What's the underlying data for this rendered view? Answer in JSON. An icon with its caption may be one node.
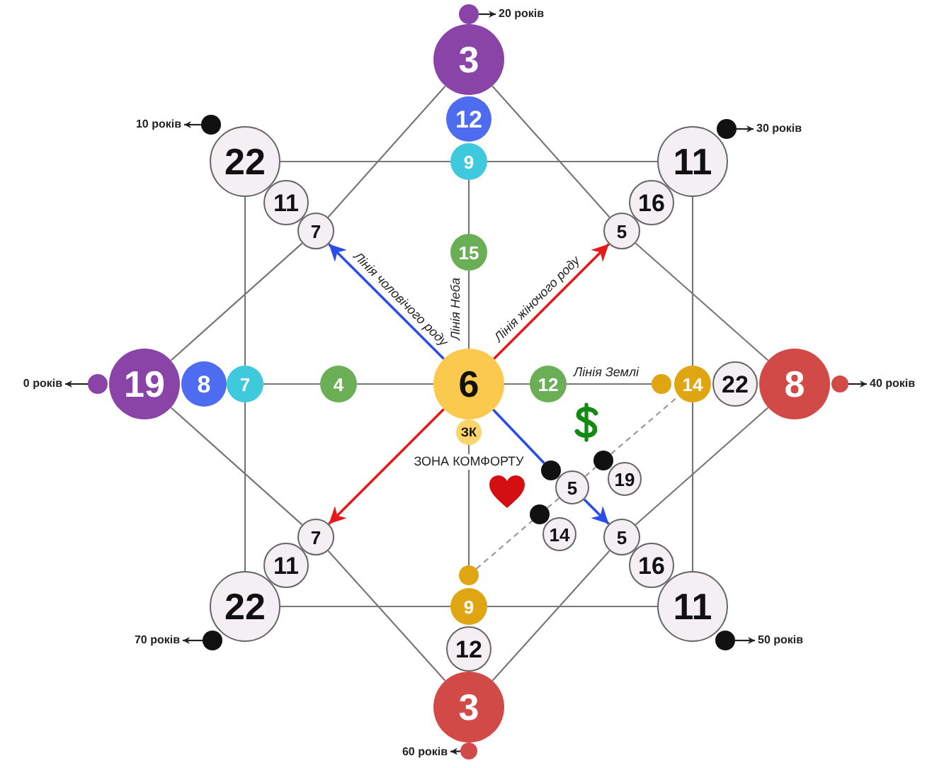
{
  "diagram": {
    "nodes": [
      {
        "text": [],
        "shape": "circle"
      },
      {
        "text": [
          "20 років"
        ]
      },
      {
        "text": [
          "3"
        ]
      },
      {
        "text": [
          "10 років"
        ]
      },
      {
        "text": [],
        "shape": "circle"
      },
      {
        "text": [
          "12"
        ]
      },
      {
        "text": [],
        "shape": "circle"
      },
      {
        "text": [
          "30 років"
        ]
      },
      {
        "text": [
          "22"
        ]
      },
      {
        "text": [
          "9"
        ]
      },
      {
        "text": [
          "11"
        ]
      },
      {
        "text": [
          "11"
        ]
      },
      {
        "text": [
          "16"
        ]
      },
      {
        "text": [
          "7"
        ]
      },
      {
        "text": [
          "5"
        ]
      },
      {
        "text": [
          "15"
        ]
      },
      {
        "text": [
          "0 років"
        ]
      },
      {
        "text": [],
        "shape": "circle"
      },
      {
        "text": [
          "19"
        ]
      },
      {
        "text": [
          "8"
        ]
      },
      {
        "text": [
          "7"
        ]
      },
      {
        "text": [
          "4"
        ]
      },
      {
        "text": [
          "6"
        ]
      },
      {
        "text": [
          "12"
        ]
      },
      {
        "text": [],
        "shape": "circle"
      },
      {
        "text": [
          "14"
        ]
      },
      {
        "text": [
          "22"
        ]
      },
      {
        "text": [
          "8"
        ]
      },
      {
        "text": [],
        "shape": "circle"
      },
      {
        "text": [
          "40 років"
        ]
      },
      {
        "text": [
          "ЗК"
        ]
      },
      {
        "text": [],
        "shape": "circle"
      },
      {
        "text": [],
        "shape": "circle"
      },
      {
        "text": [
          "19"
        ]
      },
      {
        "text": [
          "5"
        ]
      },
      {
        "text": [],
        "shape": "circle"
      },
      {
        "text": [
          "14"
        ]
      },
      {
        "text": [
          "7"
        ]
      },
      {
        "text": [
          "5"
        ]
      },
      {
        "text": [
          "11"
        ]
      },
      {
        "text": [],
        "shape": "circle"
      },
      {
        "text": [
          "16"
        ]
      },
      {
        "text": [
          "22"
        ]
      },
      {
        "text": [
          "9"
        ]
      },
      {
        "text": [
          "11"
        ]
      },
      {
        "text": [
          "70 років"
        ]
      },
      {
        "text": [],
        "shape": "circle"
      },
      {
        "text": [
          "12"
        ]
      },
      {
        "text": [],
        "shape": "circle"
      },
      {
        "text": [
          "50 років"
        ]
      },
      {
        "text": [
          "3"
        ]
      },
      {
        "text": [
          "60 років"
        ]
      },
      {
        "text": [],
        "shape": "circle"
      }
    ],
    "edges": [
      {
        "from": 0,
        "to": 1,
        "arrow": "to",
        "color": "#222222"
      },
      {
        "from": 4,
        "to": 3,
        "arrow": "to",
        "color": "#222222"
      },
      {
        "from": 6,
        "to": 7,
        "arrow": "to",
        "color": "#222222"
      },
      {
        "from": 17,
        "to": 16,
        "arrow": "to",
        "color": "#222222"
      },
      {
        "from": 28,
        "to": 29,
        "arrow": "to",
        "color": "#222222"
      },
      {
        "from": 46,
        "to": 45,
        "arrow": "to",
        "color": "#222222"
      },
      {
        "from": 48,
        "to": 49,
        "arrow": "to",
        "color": "#222222"
      },
      {
        "from": 52,
        "to": 51,
        "arrow": "to",
        "color": "#222222"
      },
      {
        "from": 22,
        "to": 13,
        "arrow": "to",
        "color": "#2c4ee8",
        "label": "Лінія чоловічого роду"
      },
      {
        "from": 22,
        "to": 14,
        "arrow": "to",
        "color": "#e51b1b",
        "label": "Лінія жіночого роду"
      },
      {
        "from": 22,
        "to": 37,
        "arrow": "to",
        "color": "#e51b1b"
      },
      {
        "from": 22,
        "to": 32,
        "arrow": "none",
        "color": "#2c4ee8"
      },
      {
        "from": 34,
        "to": 38,
        "arrow": "to",
        "color": "#2c4ee8"
      },
      {
        "from": 9,
        "to": 15,
        "arrow": "none"
      },
      {
        "from": 15,
        "to": 22,
        "arrow": "none",
        "label": "Лінія Неба"
      },
      {
        "from": 30,
        "to": 40,
        "arrow": "none",
        "label": "ЗОНА КОМФОРТУ"
      },
      {
        "from": 20,
        "to": 21,
        "arrow": "none"
      },
      {
        "from": 21,
        "to": 22,
        "arrow": "none"
      },
      {
        "from": 22,
        "to": 23,
        "arrow": "none"
      },
      {
        "from": 23,
        "to": 24,
        "arrow": "none",
        "label": "Лінія Землі"
      },
      {
        "from": 8,
        "to": 9,
        "arrow": "none"
      },
      {
        "from": 9,
        "to": 10,
        "arrow": "none"
      },
      {
        "from": 10,
        "to": 25,
        "arrow": "none"
      },
      {
        "from": 25,
        "to": 44,
        "arrow": "none"
      },
      {
        "from": 44,
        "to": 43,
        "arrow": "none"
      },
      {
        "from": 43,
        "to": 42,
        "arrow": "none"
      },
      {
        "from": 42,
        "to": 20,
        "arrow": "none"
      },
      {
        "from": 20,
        "to": 8,
        "arrow": "none"
      },
      {
        "from": 18,
        "to": 13,
        "arrow": "none"
      },
      {
        "from": 13,
        "to": 2,
        "arrow": "none"
      },
      {
        "from": 2,
        "to": 14,
        "arrow": "none"
      },
      {
        "from": 14,
        "to": 27,
        "arrow": "none"
      },
      {
        "from": 27,
        "to": 38,
        "arrow": "none"
      },
      {
        "from": 38,
        "to": 50,
        "arrow": "none"
      },
      {
        "from": 50,
        "to": 37,
        "arrow": "none"
      },
      {
        "from": 37,
        "to": 18,
        "arrow": "none"
      },
      {
        "from": 40,
        "to": 35,
        "arrow": "none",
        "style": "dashed"
      },
      {
        "from": 35,
        "to": 34,
        "arrow": "none",
        "style": "dashed"
      },
      {
        "from": 34,
        "to": 31,
        "arrow": "none",
        "style": "dashed"
      },
      {
        "from": 31,
        "to": 25,
        "arrow": "none",
        "style": "dashed"
      }
    ]
  }
}
